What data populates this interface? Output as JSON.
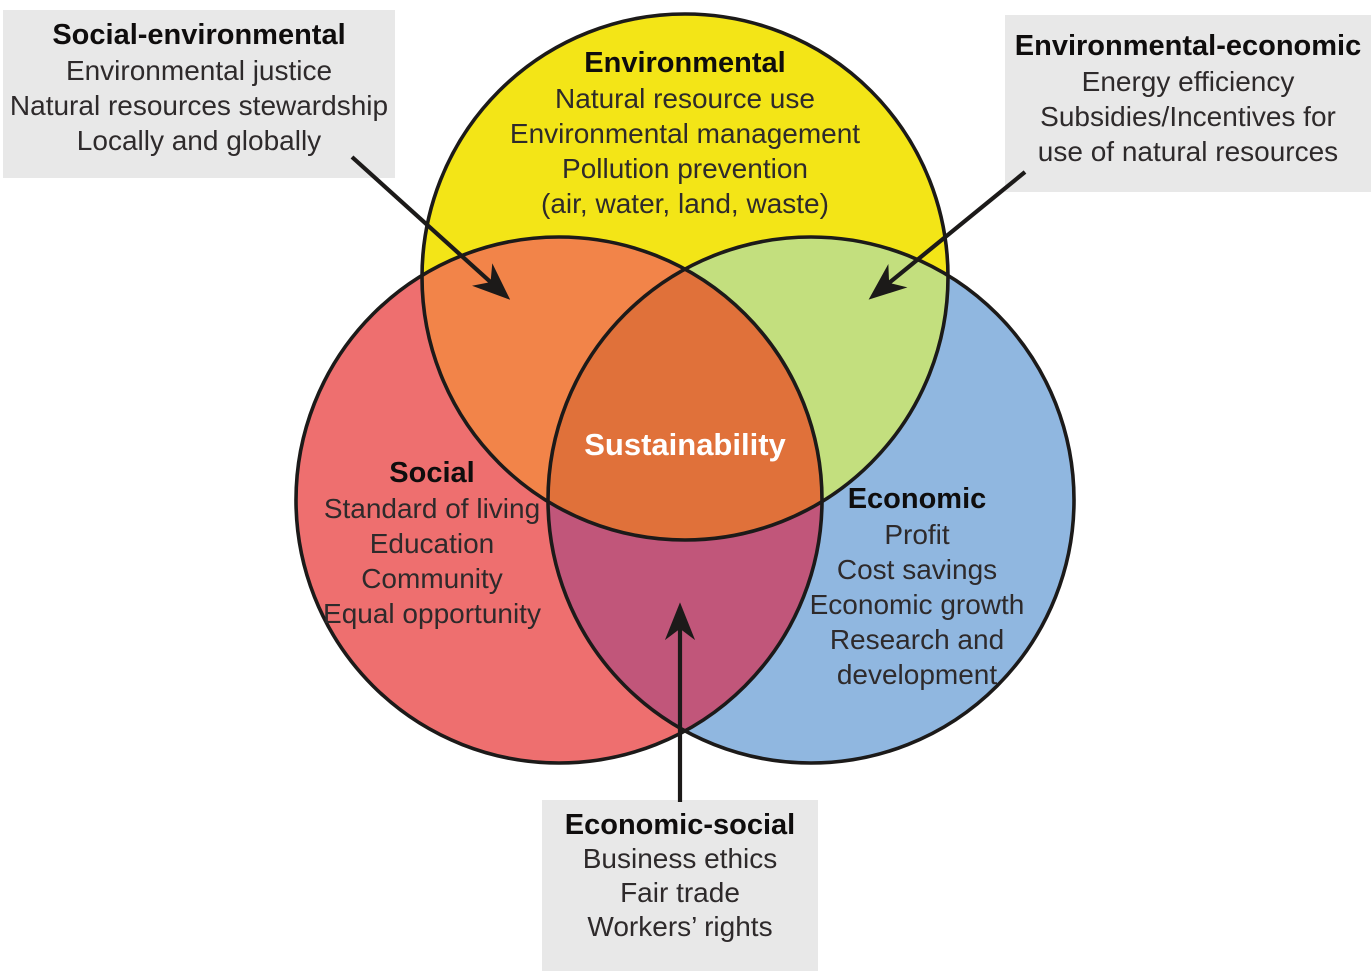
{
  "diagram": {
    "center_label": "Sustainability",
    "outline_color": "#1c1a19",
    "arrow_color": "#1c1a19",
    "callout_bg": "#e8e8e8",
    "circles": {
      "environmental": {
        "title": "Environmental",
        "items": [
          "Natural resource use",
          "Environmental management",
          "Pollution prevention",
          "(air, water, land, waste)"
        ],
        "color": "#f3e517"
      },
      "social": {
        "title": "Social",
        "items": [
          "Standard of living",
          "Education",
          "Community",
          "Equal opportunity"
        ],
        "color": "#ee6f6f"
      },
      "economic": {
        "title": "Economic",
        "items": [
          "Profit",
          "Cost savings",
          "Economic growth",
          "Research and",
          "development"
        ],
        "color": "#90b7e0"
      }
    },
    "overlap_colors": {
      "social_environmental": "#f28449",
      "environmental_economic": "#c3df7e",
      "economic_social": "#c1567a",
      "center": "#e0713a"
    },
    "callouts": {
      "social_environmental": {
        "title": "Social-environmental",
        "items": [
          "Environmental justice",
          "Natural resources stewardship",
          "Locally and globally"
        ]
      },
      "environmental_economic": {
        "title": "Environmental-economic",
        "items": [
          "Energy efficiency",
          "Subsidies/Incentives for",
          "use of natural resources"
        ]
      },
      "economic_social": {
        "title": "Economic-social",
        "items": [
          "Business ethics",
          "Fair trade",
          "Workers’ rights"
        ]
      }
    }
  }
}
